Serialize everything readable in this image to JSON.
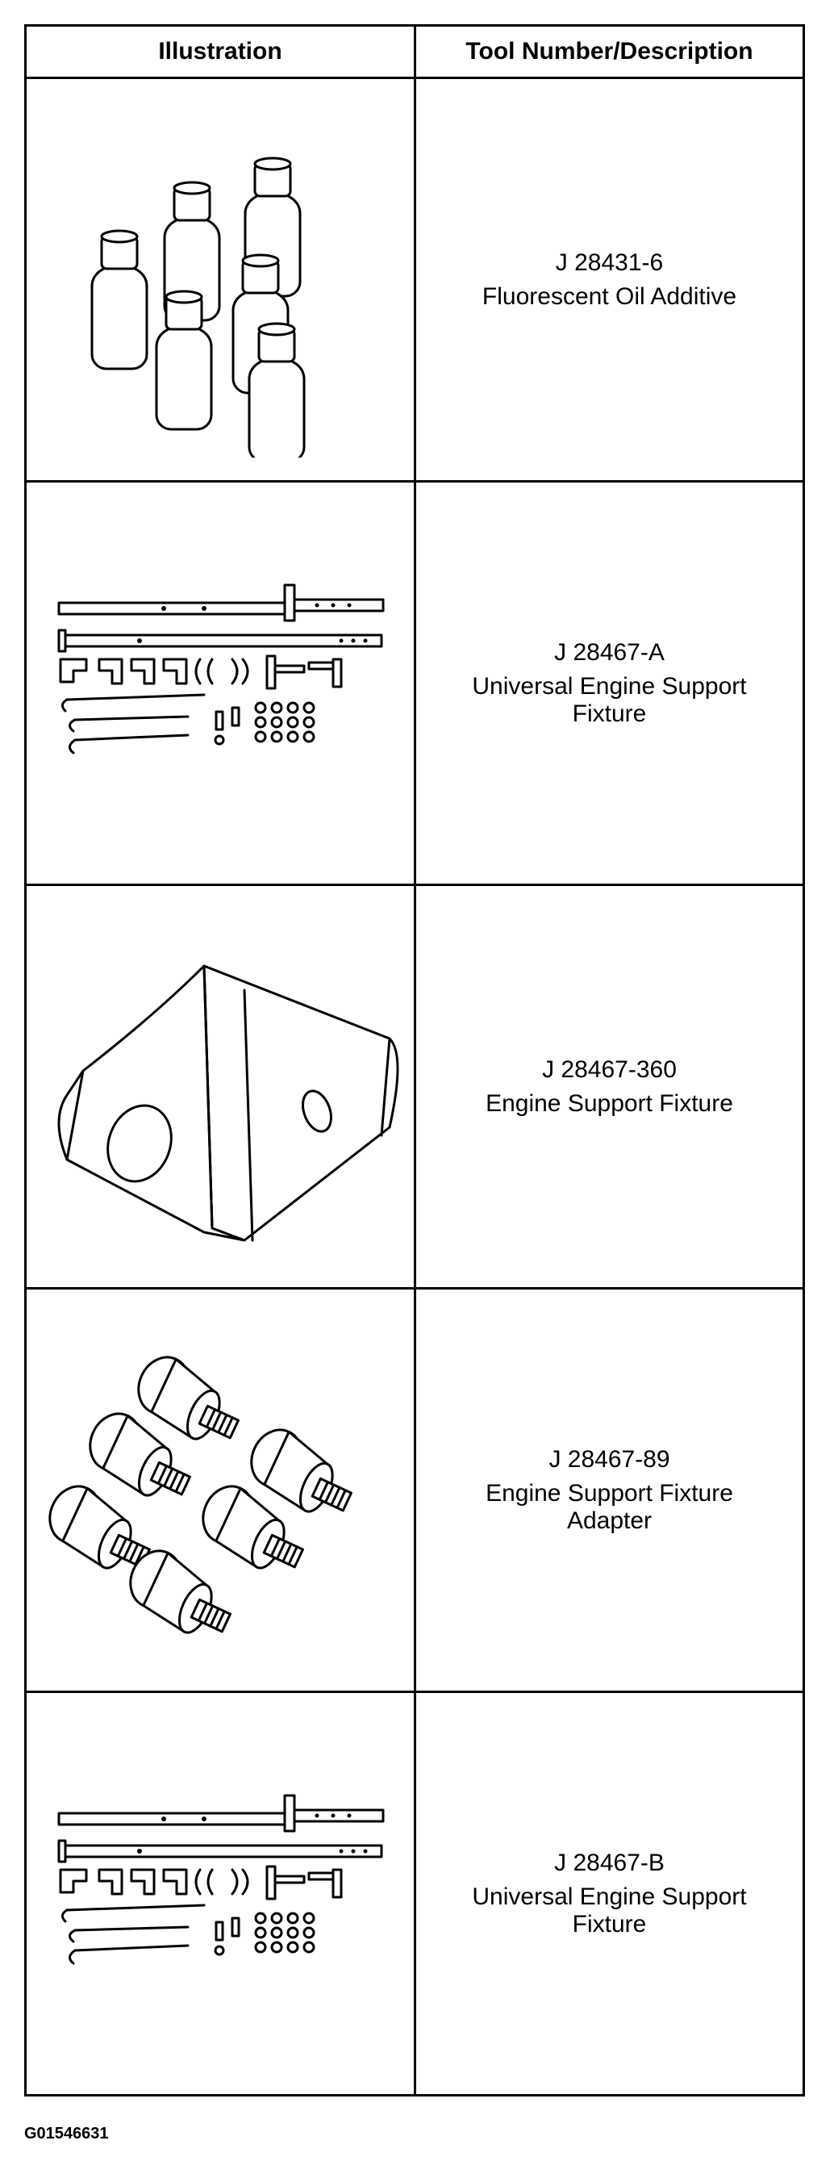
{
  "table": {
    "headers": {
      "illustration": "Illustration",
      "description": "Tool Number/Description"
    },
    "rows": [
      {
        "icon": "fluorescent-oil-bottles-icon",
        "number": "J 28431-6",
        "description": "Fluorescent Oil Additive"
      },
      {
        "icon": "engine-support-fixture-kit-icon",
        "number": "J 28467-A",
        "description": "Universal Engine Support Fixture"
      },
      {
        "icon": "support-bracket-icon",
        "number": "J 28467-360",
        "description": "Engine Support Fixture"
      },
      {
        "icon": "threaded-adapters-icon",
        "number": "J 28467-89",
        "description": "Engine Support Fixture Adapter"
      },
      {
        "icon": "engine-support-fixture-kit-icon",
        "number": "J 28467-B",
        "description": "Universal Engine Support Fixture"
      }
    ]
  },
  "figure_id": "G01546631"
}
